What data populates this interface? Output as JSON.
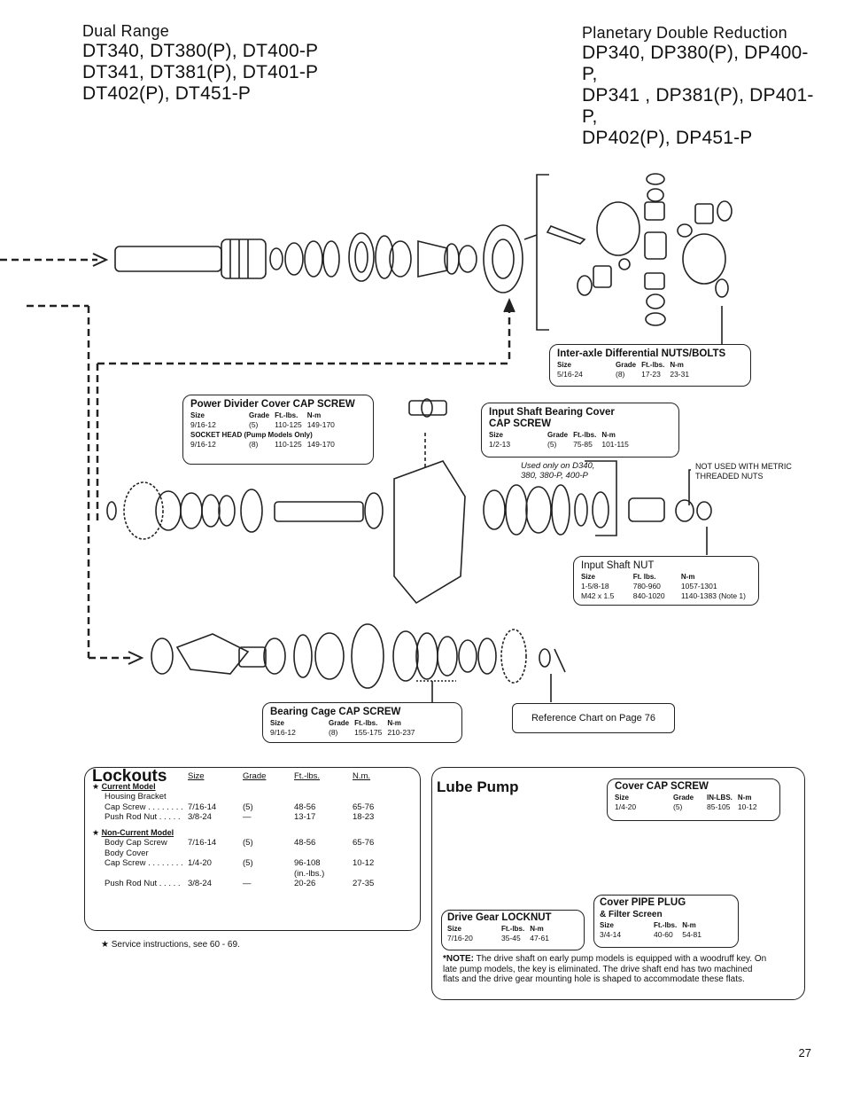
{
  "header_left": {
    "subtitle": "Dual Range",
    "lines": [
      "DT340, DT380(P), DT400-P",
      "DT341, DT381(P), DT401-P",
      "DT402(P), DT451-P"
    ]
  },
  "header_right": {
    "subtitle": "Planetary Double Reduction",
    "lines": [
      "DP340, DP380(P), DP400-P,",
      "DP341 , DP381(P), DP401-P,",
      "DP402(P), DP451-P"
    ]
  },
  "inter_axle": {
    "title": "Inter-axle Differential NUTS/BOLTS",
    "headers": [
      "Size",
      "Grade",
      "Ft.-lbs.",
      "N-m"
    ],
    "rows": [
      [
        "5/16-24",
        "(8)",
        "17-23",
        "23-31"
      ]
    ]
  },
  "power_divider": {
    "title": "Power Divider Cover CAP SCREW",
    "headers": [
      "Size",
      "Grade",
      "Ft.-lbs.",
      "N-m"
    ],
    "rows": [
      [
        "9/16-12",
        "(5)",
        "110-125",
        "149-170"
      ]
    ],
    "socket_title": "SOCKET HEAD (Pump Models Only)",
    "socket_row": [
      "9/16-12",
      "(8)",
      "110-125",
      "149-170"
    ]
  },
  "input_shaft_cover": {
    "title1": "Input Shaft Bearing Cover",
    "title2": "CAP SCREW",
    "headers": [
      "Size",
      "Grade",
      "Ft.-lbs.",
      "N-m"
    ],
    "rows": [
      [
        "1/2-13",
        "(5)",
        "75-85",
        "101-115"
      ]
    ]
  },
  "used_only": [
    "Used only on D340,",
    "380, 380-P, 400-P"
  ],
  "not_used": [
    "NOT USED WITH METRIC",
    "THREADED NUTS"
  ],
  "input_shaft_nut": {
    "title": "Input Shaft NUT",
    "headers": [
      "Size",
      "Ft. lbs.",
      "N-m"
    ],
    "rows": [
      [
        "1-5/8-18",
        "780-960",
        "1057-1301"
      ],
      [
        "M42 x 1.5",
        "840-1020",
        "1140-1383 (Note 1)"
      ]
    ]
  },
  "bearing_cage": {
    "title": "Bearing Cage CAP SCREW",
    "headers": [
      "Size",
      "Grade",
      "Ft.-lbs.",
      "N-m"
    ],
    "rows": [
      [
        "9/16-12",
        "(8)",
        "155-175",
        "210-237"
      ]
    ]
  },
  "reference": "Reference Chart on Page 76",
  "lockouts": {
    "title": "Lockouts",
    "headers": [
      "Size",
      "Grade",
      "Ft.-lbs.",
      "N.m."
    ],
    "current": "Current Model",
    "noncurrent": "Non-Current Model",
    "current_rows": [
      [
        "Housing Bracket",
        "",
        "",
        "",
        ""
      ],
      [
        "Cap Screw . . . . . . . .",
        "7/16-14",
        "(5)",
        "48-56",
        "65-76"
      ],
      [
        "Push Rod Nut . . . . .",
        "3/8-24",
        "—",
        "13-17",
        "18-23"
      ]
    ],
    "noncurrent_rows": [
      [
        "Body Cap Screw",
        "7/16-14",
        "(5)",
        "48-56",
        "65-76"
      ],
      [
        "Body Cover",
        "",
        "",
        "",
        ""
      ],
      [
        "Cap Screw . . . . . . . .",
        "1/4-20",
        "(5)",
        "96-108",
        "10-12"
      ],
      [
        "",
        "",
        "",
        "(in.-lbs.)",
        ""
      ],
      [
        "Push Rod Nut . . . . .",
        "3/8-24",
        "—",
        "20-26",
        "27-35"
      ]
    ],
    "service": "Service instructions, see 60 - 69."
  },
  "lube_pump": {
    "title": "Lube Pump",
    "cover_cap": {
      "title": "Cover CAP SCREW",
      "headers": [
        "Size",
        "Grade",
        "IN-LBS.",
        "N-m"
      ],
      "rows": [
        [
          "1/4-20",
          "(5)",
          "85-105",
          "10-12"
        ]
      ]
    },
    "drive_gear": {
      "title": "Drive Gear LOCKNUT",
      "headers": [
        "Size",
        "Ft.-lbs.",
        "N-m"
      ],
      "rows": [
        [
          "7/16-20",
          "35-45",
          "47-61"
        ]
      ]
    },
    "cover_plug": {
      "title1": "Cover PIPE PLUG",
      "title2": "& Filter Screen",
      "headers": [
        "Size",
        "Ft.-lbs.",
        "N-m"
      ],
      "rows": [
        [
          "3/4-14",
          "40-60",
          "54-81"
        ]
      ]
    },
    "note_label": "*NOTE:",
    "note": "The drive shaft on early pump models is equipped with a woodruff key. On late pump models, the key is eliminated. The drive shaft end has two machined flats and the drive gear mounting hole is shaped to accommodate these flats."
  },
  "page_number": "27"
}
